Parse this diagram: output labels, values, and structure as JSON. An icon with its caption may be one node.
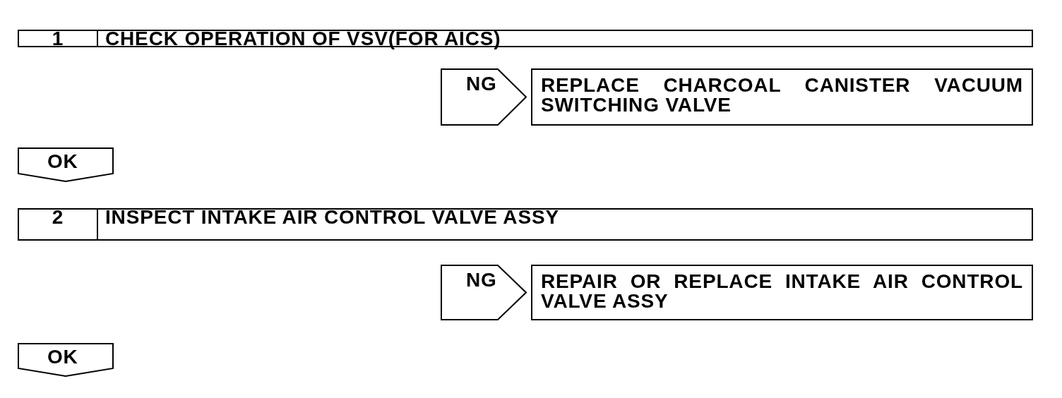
{
  "diagram": {
    "nodes": [
      {
        "text": [
          "1",
          "CHECK OPERATION OF VSV(FOR AICS)"
        ]
      },
      {
        "text": [
          "REPLACE CHARCOAL CANISTER VACUUM SWITCHING VALVE"
        ]
      },
      {
        "text": [
          "OK"
        ]
      },
      {
        "text": [
          "2",
          "INSPECT INTAKE AIR CONTROL VALVE ASSY"
        ]
      },
      {
        "text": [
          "REPAIR OR REPLACE INTAKE AIR CONTROL VALVE ASSY"
        ]
      },
      {
        "text": [
          "OK"
        ]
      }
    ],
    "edges": [
      {
        "from": 0,
        "to": 1,
        "arrow": "to",
        "label": "NG"
      },
      {
        "from": 3,
        "to": 4,
        "arrow": "to",
        "label": "NG"
      }
    ]
  }
}
